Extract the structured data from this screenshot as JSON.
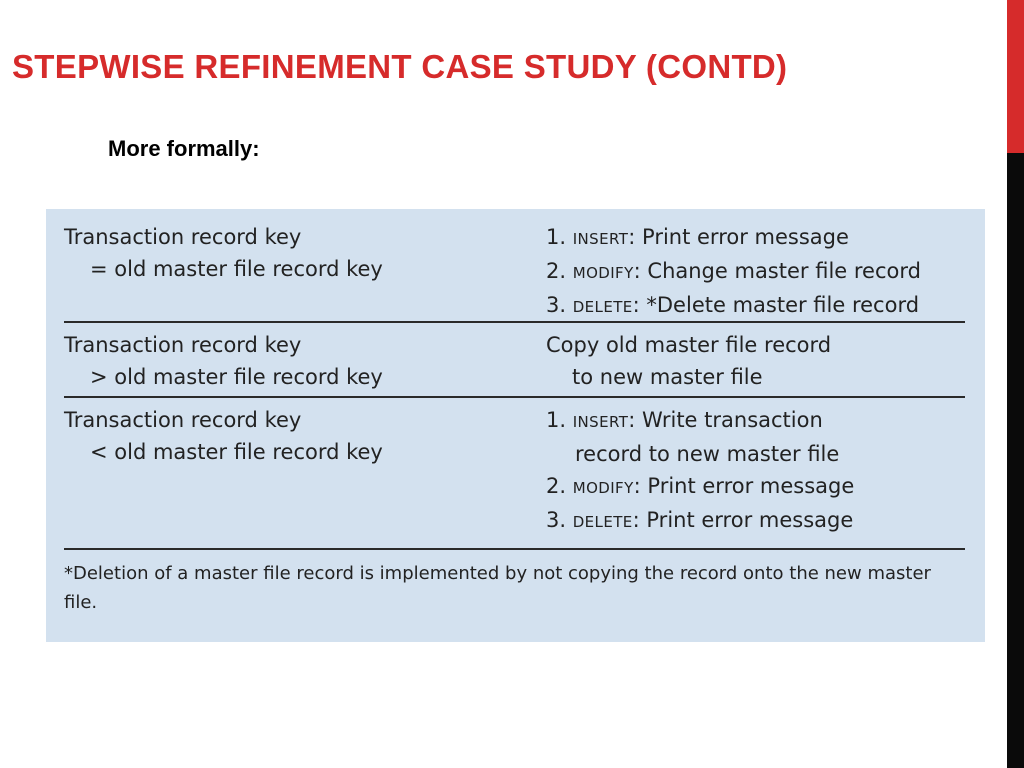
{
  "slide": {
    "title": "Stepwise Refinement Case Study (contd)",
    "subtitle": "More formally:"
  },
  "table": {
    "rows": [
      {
        "condition_line1": "Transaction record key",
        "condition_line2": "= old master file record key",
        "action": [
          {
            "num": "1.",
            "keyword": "insert",
            "text": ": Print error message"
          },
          {
            "num": "2.",
            "keyword": "modify",
            "text": ": Change master file record"
          },
          {
            "num": "3.",
            "keyword": "delete",
            "text": ": *Delete master file record"
          }
        ]
      },
      {
        "condition_line1": "Transaction record key",
        "condition_line2": "> old master file record key",
        "action_line1": "Copy old master file record",
        "action_line2": "to new master file"
      },
      {
        "condition_line1": "Transaction record key",
        "condition_line2": "< old master file record key",
        "action": [
          {
            "num": "1.",
            "keyword": "insert",
            "text": ": Write transaction"
          },
          {
            "continuation": "record to new master file"
          },
          {
            "num": "2.",
            "keyword": "modify",
            "text": ": Print error message"
          },
          {
            "num": "3.",
            "keyword": "delete",
            "text": ": Print error message"
          }
        ]
      }
    ],
    "footnote": "*Deletion of a master file record is implemented by not copying the record onto the new master file."
  },
  "colors": {
    "title": "#d62b2b",
    "panel": "#d3e1ef",
    "accent_red": "#d62b2b",
    "accent_black": "#0a0a0a"
  }
}
